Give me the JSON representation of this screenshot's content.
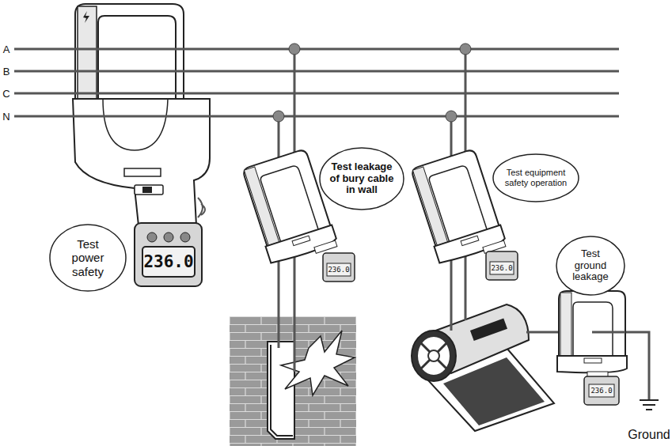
{
  "diagram": {
    "nodes": [
      {
        "text": [
          "Test power safety"
        ]
      },
      {
        "text": [
          "Test leakage of bury cable in wall"
        ]
      },
      {
        "text": [
          "Test equipment safety operation"
        ]
      },
      {
        "text": [
          "Test ground leakage"
        ]
      }
    ],
    "labels": [
      "A",
      "B",
      "C",
      "N",
      "236.0",
      "236.0",
      "236.0",
      "236.0",
      "Ground"
    ]
  }
}
